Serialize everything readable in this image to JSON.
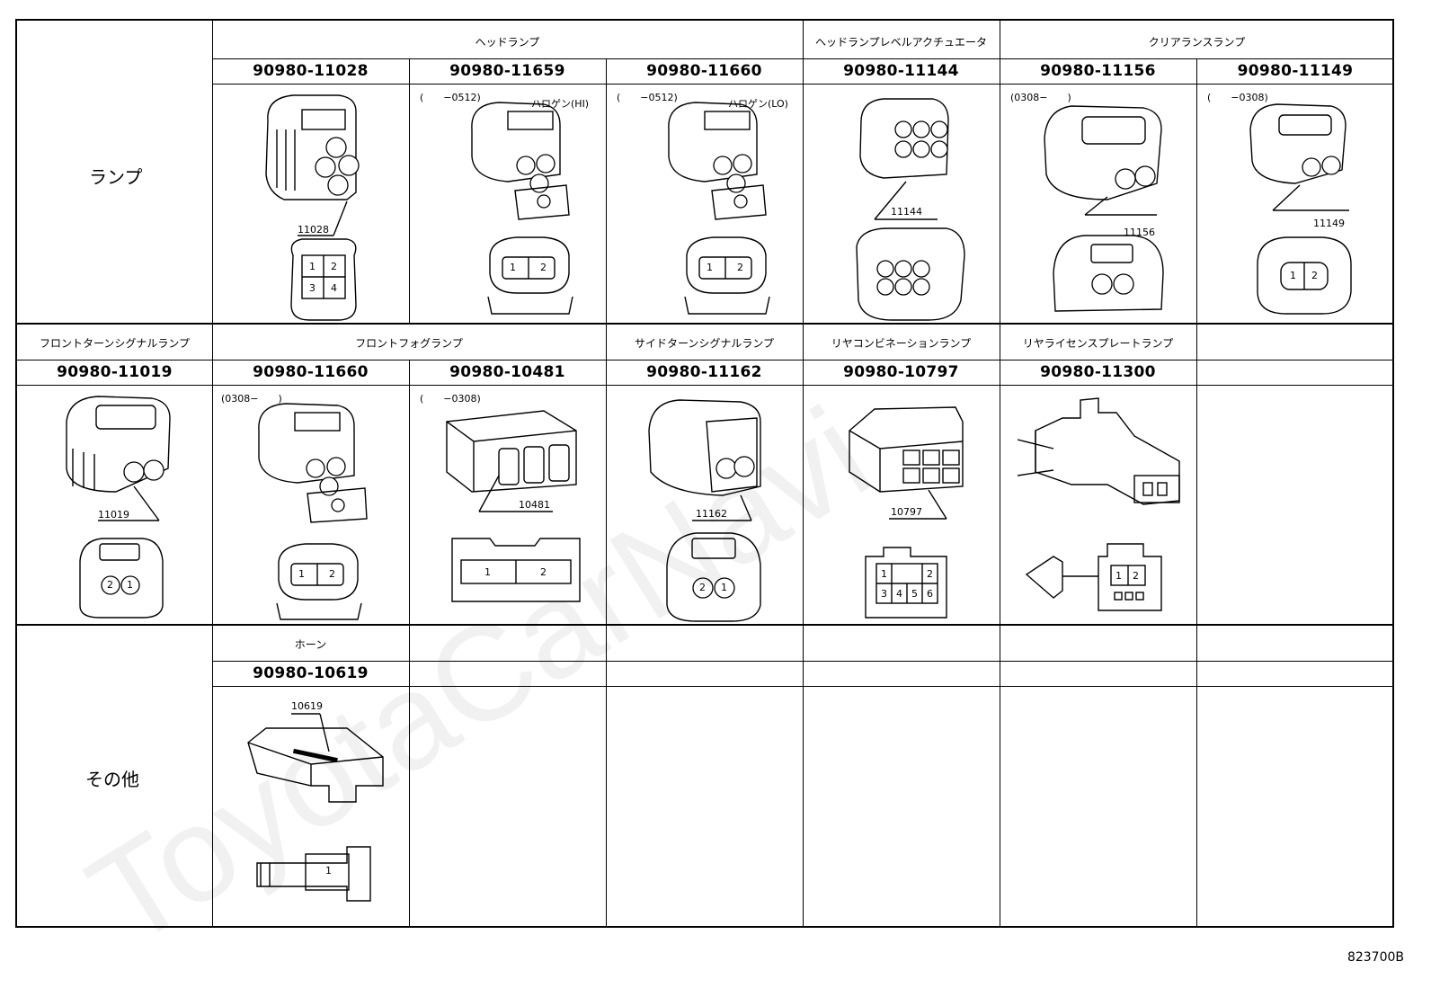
{
  "categories": {
    "lamp": "ランプ",
    "other": "その他"
  },
  "groups": {
    "headlamp": "ヘッドランプ",
    "headlamp_level_actuator": "ヘッドランプレベルアクチュエータ",
    "clearance_lamp": "クリアランスランプ",
    "front_turn_signal": "フロントターンシグナルランプ",
    "front_fog": "フロントフォグランプ",
    "side_turn_signal": "サイドターンシグナルランプ",
    "rear_combination": "リヤコンビネーションランプ",
    "rear_license_plate": "リヤライセンスプレートランプ",
    "horn": "ホーン"
  },
  "parts": {
    "p11028": "90980-11028",
    "p11659": "90980-11659",
    "p11660a": "90980-11660",
    "p11144": "90980-11144",
    "p11156": "90980-11156",
    "p11149": "90980-11149",
    "p11019": "90980-11019",
    "p11660b": "90980-11660",
    "p10481": "90980-10481",
    "p11162": "90980-11162",
    "p10797": "90980-10797",
    "p11300": "90980-11300",
    "p10619": "90980-10619"
  },
  "notes": {
    "hi_range": "(　　−0512)",
    "hi_label": "ハロゲン(HI)",
    "lo_range": "(　　−0512)",
    "lo_label": "ハロゲン(LO)",
    "r11156": "(0308−　　)",
    "r11149": "(　　−0308)",
    "r11660b": "(0308−　　)",
    "r10481": "(　　−0308)"
  },
  "tags": {
    "t11028": "11028",
    "t11144": "11144",
    "t11156": "11156",
    "t11149": "11149",
    "t11019": "11019",
    "t10481": "10481",
    "t11162": "11162",
    "t10797": "10797",
    "t10619": "10619"
  },
  "pins": {
    "four": [
      "1",
      "2",
      "3",
      "4"
    ],
    "two": [
      "1",
      "2"
    ],
    "two_rev": [
      "2",
      "1"
    ],
    "six": [
      "1",
      "2",
      "3",
      "4",
      "5",
      "6"
    ],
    "one": [
      "1"
    ]
  },
  "figure_id": "823700B",
  "watermark": "ToyotaCarNavi"
}
